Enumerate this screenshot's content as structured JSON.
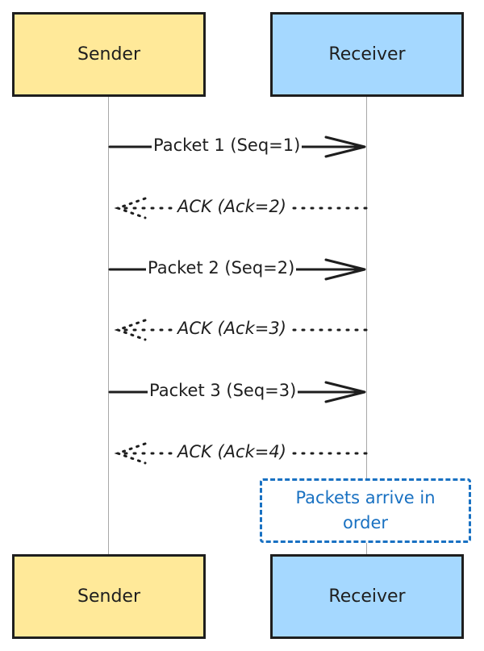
{
  "participants": {
    "sender": "Sender",
    "receiver": "Receiver"
  },
  "messages": [
    {
      "label": "Packet 1 (Seq=1)",
      "direction": "sender-to-receiver",
      "style": "solid"
    },
    {
      "label": "ACK (Ack=2)",
      "direction": "receiver-to-sender",
      "style": "dotted"
    },
    {
      "label": "Packet 2 (Seq=2)",
      "direction": "sender-to-receiver",
      "style": "solid"
    },
    {
      "label": "ACK (Ack=3)",
      "direction": "receiver-to-sender",
      "style": "dotted"
    },
    {
      "label": "Packet 3 (Seq=3)",
      "direction": "sender-to-receiver",
      "style": "solid"
    },
    {
      "label": "ACK (Ack=4)",
      "direction": "receiver-to-sender",
      "style": "dotted"
    }
  ],
  "note": {
    "text": "Packets arrive in order"
  },
  "colors": {
    "sender_fill": "#ffe999",
    "receiver_fill": "#a5d8ff",
    "stroke": "#1e1e1e",
    "lifeline": "#a8a8a8",
    "note": "#1971c2"
  }
}
